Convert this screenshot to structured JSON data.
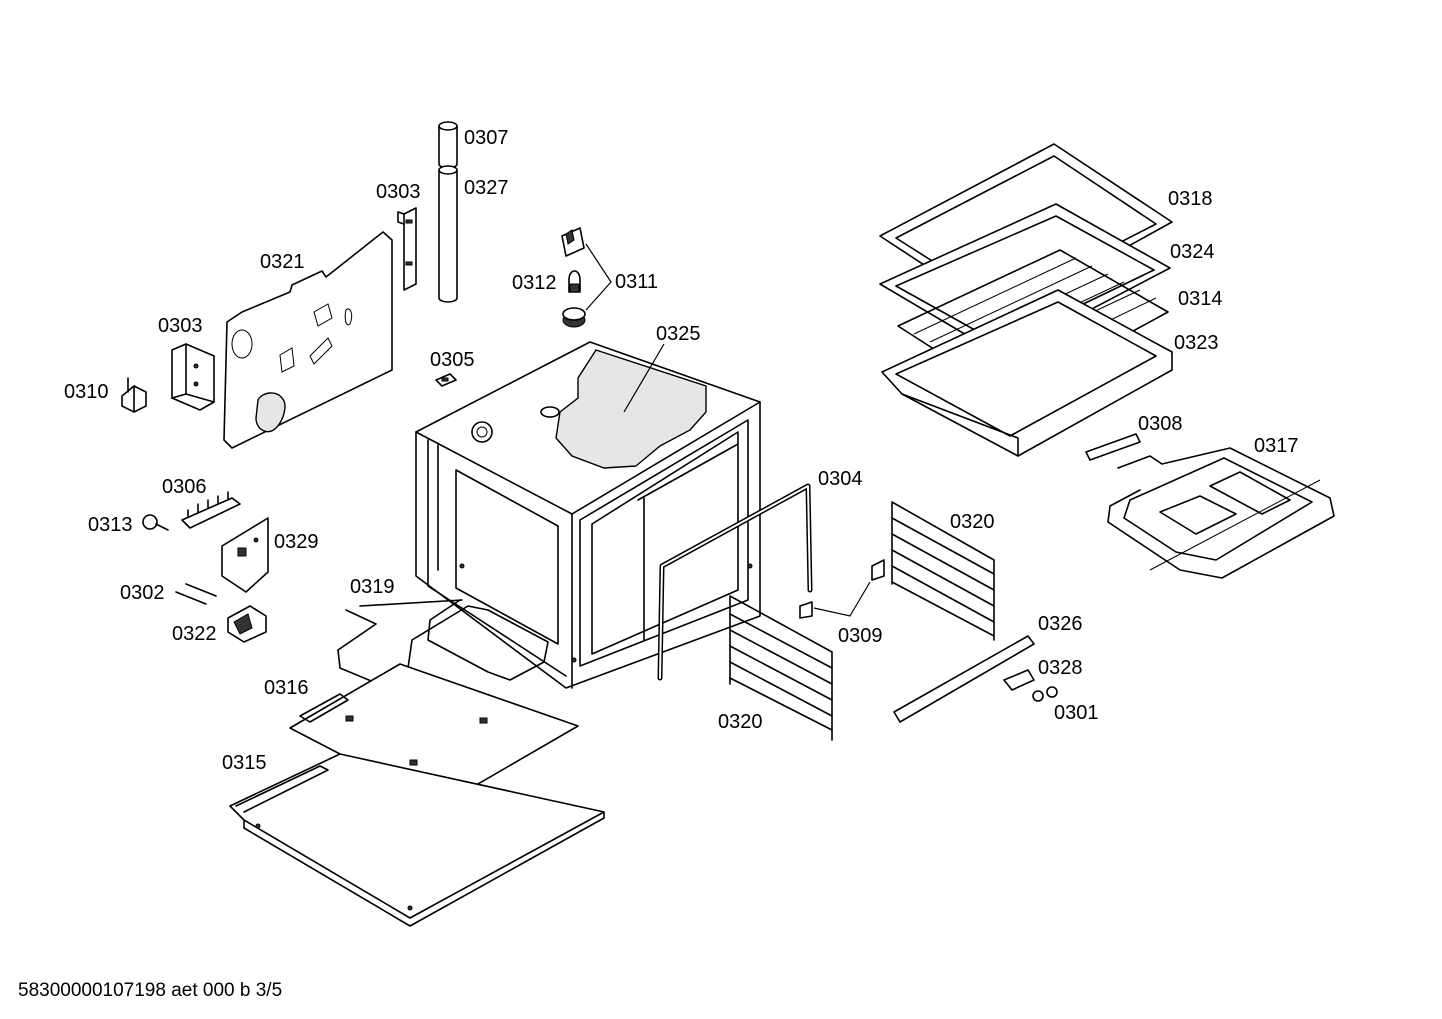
{
  "footer_code": "58300000107198 aet 000 b 3/5",
  "part_labels": [
    {
      "code": "0307"
    },
    {
      "code": "0327"
    },
    {
      "code": "0303"
    },
    {
      "code": "0321"
    },
    {
      "code": "0303"
    },
    {
      "code": "0310"
    },
    {
      "code": "0312"
    },
    {
      "code": "0311"
    },
    {
      "code": "0305"
    },
    {
      "code": "0325"
    },
    {
      "code": "0318"
    },
    {
      "code": "0324"
    },
    {
      "code": "0314"
    },
    {
      "code": "0323"
    },
    {
      "code": "0308"
    },
    {
      "code": "0317"
    },
    {
      "code": "0306"
    },
    {
      "code": "0313"
    },
    {
      "code": "0329"
    },
    {
      "code": "0302"
    },
    {
      "code": "0322"
    },
    {
      "code": "0319"
    },
    {
      "code": "0304"
    },
    {
      "code": "0320"
    },
    {
      "code": "0309"
    },
    {
      "code": "0326"
    },
    {
      "code": "0328"
    },
    {
      "code": "0301"
    },
    {
      "code": "0316"
    },
    {
      "code": "0320"
    },
    {
      "code": "0315"
    }
  ]
}
